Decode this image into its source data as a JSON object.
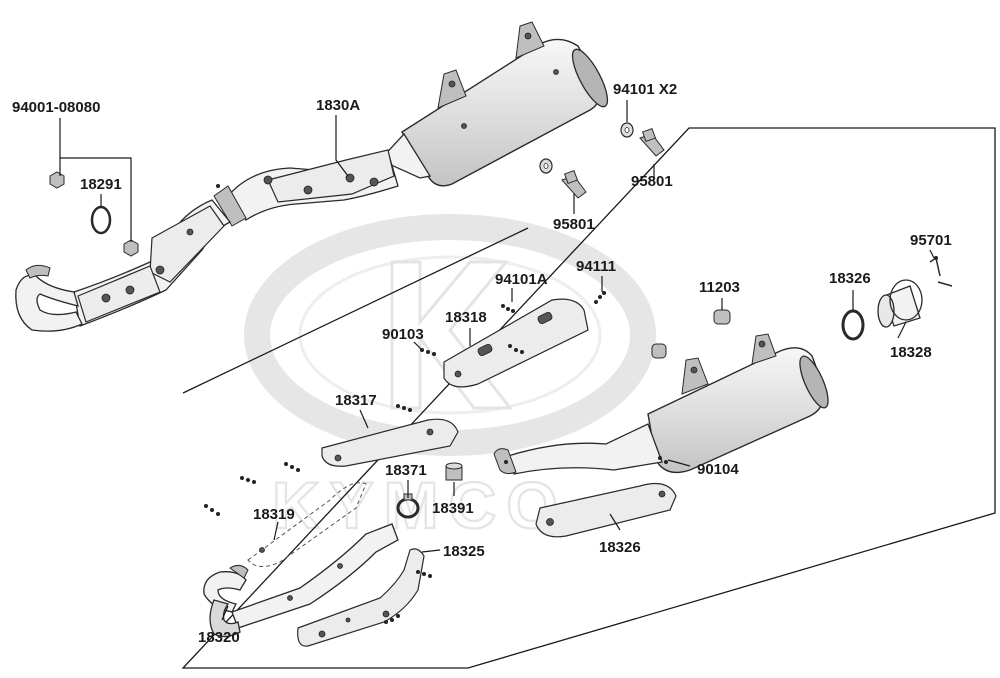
{
  "diagram": {
    "watermark": {
      "logo": "kymco-logo",
      "text": "KYMCO"
    },
    "labels": {
      "l_94001_08080": "94001-08080",
      "l_1830A": "1830A",
      "l_18291": "18291",
      "l_94101_x2": "94101 X2",
      "l_95801_a": "95801",
      "l_95801_b": "95801",
      "l_94101A": "94101A",
      "l_94111": "94111",
      "l_11203": "11203",
      "l_18326_a": "18326",
      "l_95701": "95701",
      "l_18318": "18318",
      "l_90103": "90103",
      "l_18328": "18328",
      "l_18317": "18317",
      "l_18371": "18371",
      "l_90104": "90104",
      "l_18391": "18391",
      "l_18319": "18319",
      "l_18325": "18325",
      "l_18326_b": "18326",
      "l_18320": "18320"
    }
  }
}
